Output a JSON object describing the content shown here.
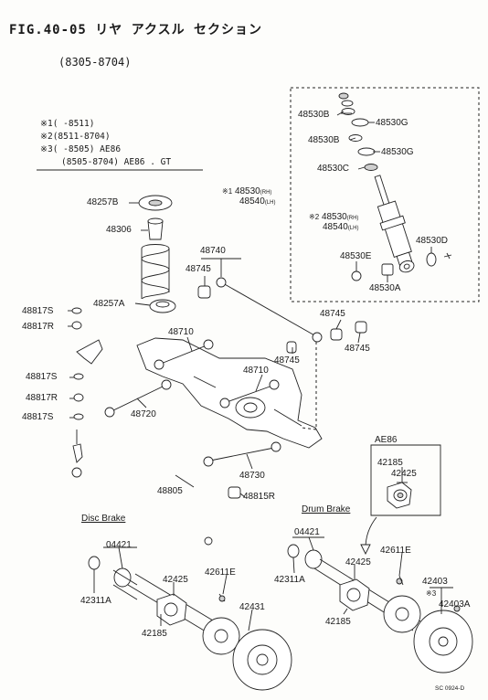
{
  "title": "FIG.40-05 リヤ アクスル セクション",
  "date_range": "(8305-8704)",
  "legend": [
    {
      "mark": "※1",
      "code": "(    -8511)"
    },
    {
      "mark": "※2",
      "code": "(8511-8704)"
    },
    {
      "mark": "※3",
      "code": "(    -8505) AE86"
    },
    {
      "mark": "",
      "code": "(8505-8704) AE86 . GT"
    }
  ],
  "parts": {
    "p48530B_1": "48530B",
    "p48530G_1": "48530G",
    "p48530B_2": "48530B",
    "p48530G_2": "48530G",
    "p48530C": "48530C",
    "note1_mark": "※1",
    "note1_48530": "48530",
    "note1_rh": "(RH)",
    "note1_48540": "48540",
    "note1_lh": "(LH)",
    "note2_mark": "※2",
    "note2_48530": "48530",
    "note2_rh": "(RH)",
    "note2_48540": "48540",
    "note2_lh": "(LH)",
    "p48530D": "48530D",
    "p48530E": "48530E",
    "p48530A": "48530A",
    "p48257B": "48257B",
    "p48306": "48306",
    "p48257A": "48257A",
    "p48740": "48740",
    "p48745_1": "48745",
    "p48745_2": "48745",
    "p48745_3": "48745",
    "p48745_4": "48745",
    "p48817S_1": "48817S",
    "p48817R_1": "48817R",
    "p48817S_2": "48817S",
    "p48817R_2": "48817R",
    "p48817S_3": "48817S",
    "p48710_1": "48710",
    "p48710_2": "48710",
    "p48720": "48720",
    "p48730": "48730",
    "p48805": "48805",
    "p48815R": "48815R",
    "ae86_label": "AE86",
    "ae86_42185": "42185",
    "ae86_42425": "42425",
    "disc_brake": "Disc Brake",
    "drum_brake": "Drum Brake",
    "d04421": "04421",
    "d42311A": "42311A",
    "d42425": "42425",
    "d42611E": "42611E",
    "d42185": "42185",
    "d42431": "42431",
    "r04421": "04421",
    "r42311A": "42311A",
    "r42425": "42425",
    "r42611E": "42611E",
    "r42185": "42185",
    "r42403": "42403",
    "r_mark3": "※3",
    "r42403A": "42403A"
  },
  "footer_code": "SC 0924-D"
}
